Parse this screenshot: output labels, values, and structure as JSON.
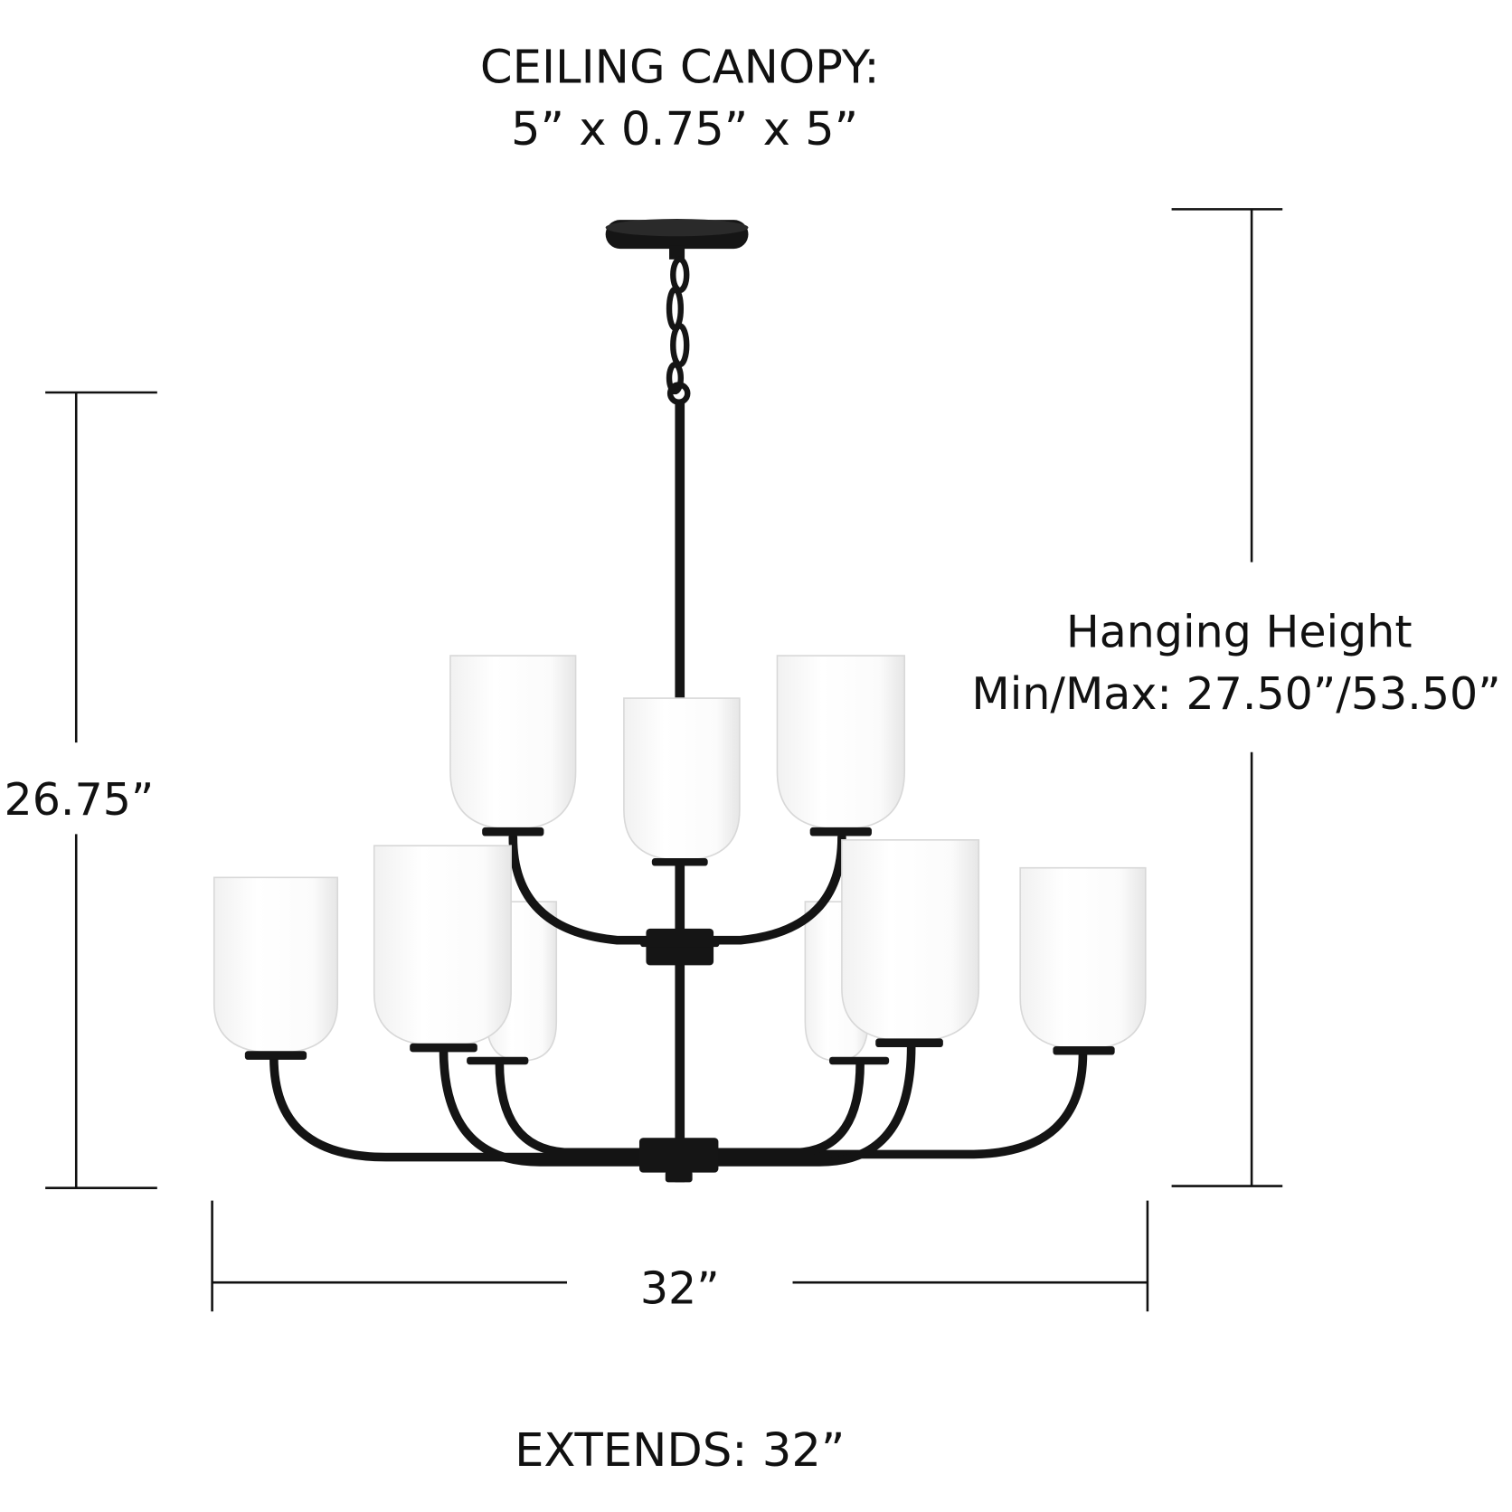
{
  "canopy": {
    "title": "CEILING CANOPY:",
    "size": "5” x 0.75” x 5”"
  },
  "hanging_height": {
    "label": "Hanging Height",
    "value": "Min/Max: 27.50”/53.50”"
  },
  "height": {
    "value": "26.75”"
  },
  "width": {
    "value": "32”"
  },
  "extends": {
    "label": "EXTENDS: 32”"
  },
  "colors": {
    "finish": "#151515",
    "glass": "#ffffff",
    "lines": "#111111"
  }
}
